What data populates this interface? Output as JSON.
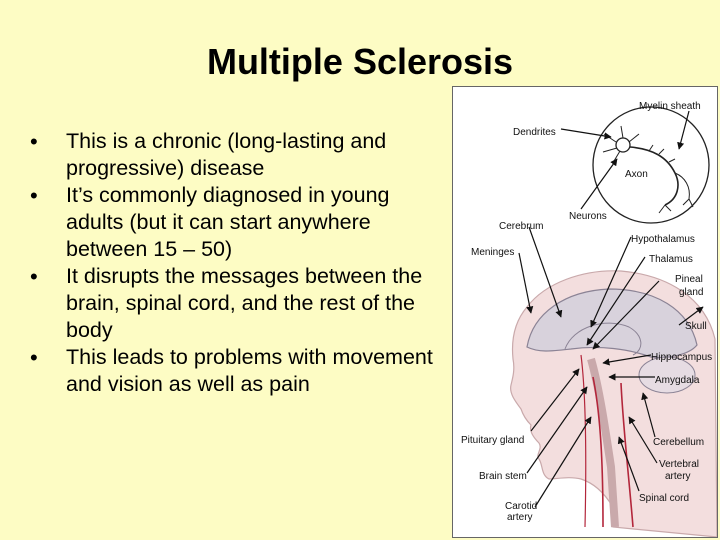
{
  "slide": {
    "title": "Multiple Sclerosis",
    "bullets": [
      "This is a chronic (long-lasting and progressive) disease",
      "It’s commonly diagnosed in young adults (but it can start anywhere between 15 – 50)",
      "It disrupts the messages between the brain, spinal cord, and the rest of the body",
      "This leads to problems with movement and vision as well as pain"
    ],
    "bullet_glyph": "•"
  },
  "diagram": {
    "labels": {
      "myelin_sheath": "Myelin sheath",
      "dendrites": "Dendrites",
      "axon": "Axon",
      "neurons": "Neurons",
      "cerebrum": "Cerebrum",
      "hypothalamus": "Hypothalamus",
      "meninges": "Meninges",
      "thalamus": "Thalamus",
      "pineal_gland_1": "Pineal",
      "pineal_gland_2": "gland",
      "skull": "Skull",
      "hippocampus": "Hippocampus",
      "amygdala": "Amygdala",
      "pituitary_gland": "Pituitary gland",
      "cerebellum": "Cerebellum",
      "brain_stem": "Brain stem",
      "vertebral_artery_1": "Vertebral",
      "vertebral_artery_2": "artery",
      "carotid_artery_1": "Carotid",
      "carotid_artery_2": "artery",
      "spinal_cord": "Spinal cord"
    },
    "colors": {
      "background": "#fdfcc4",
      "head_fill": "#f3dede",
      "brain_fill": "#d8d2dc",
      "vessel": "#b3263b"
    }
  }
}
